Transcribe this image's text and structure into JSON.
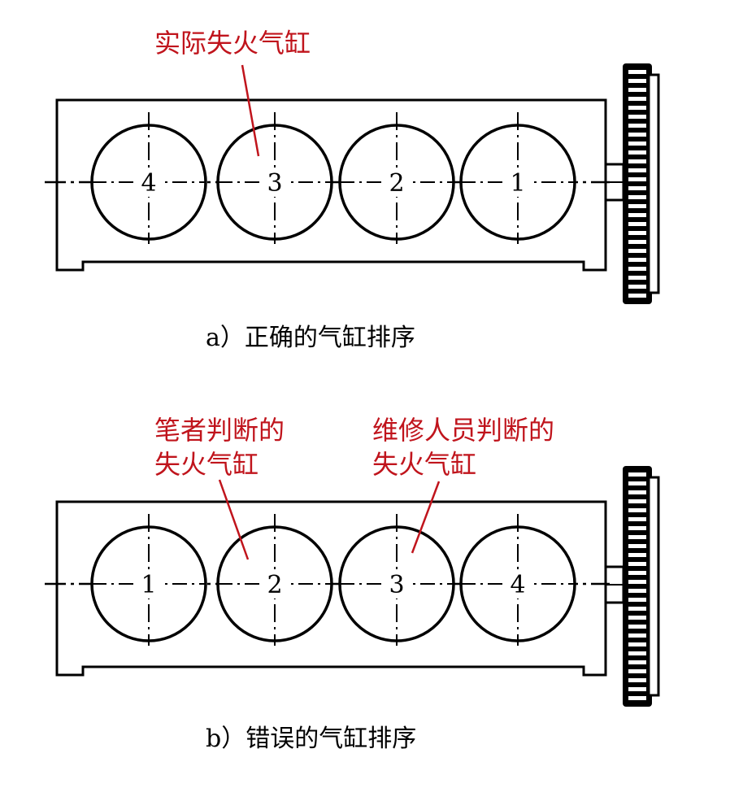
{
  "colors": {
    "annotation": "#c0141c",
    "line": "#000000",
    "background": "#ffffff"
  },
  "diagram_a": {
    "cylinders": [
      "4",
      "3",
      "2",
      "1"
    ],
    "annotation": "实际失火气缸",
    "caption": "a）正确的气缸排序"
  },
  "diagram_b": {
    "cylinders": [
      "1",
      "2",
      "3",
      "4"
    ],
    "annotation_left": [
      "笔者判断的",
      "失火气缸"
    ],
    "annotation_right": [
      "维修人员判断的",
      "失火气缸"
    ],
    "caption": "b）错误的气缸排序"
  }
}
